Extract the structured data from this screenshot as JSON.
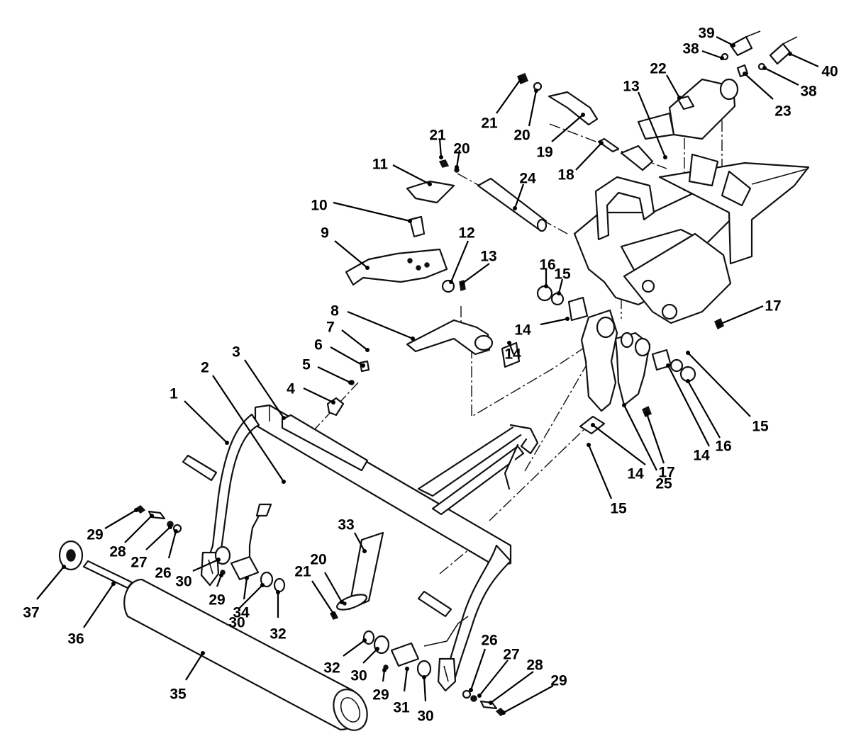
{
  "callouts": [
    {
      "text": "1"
    },
    {
      "text": "2"
    },
    {
      "text": "3"
    },
    {
      "text": "4"
    },
    {
      "text": "5"
    },
    {
      "text": "6"
    },
    {
      "text": "7"
    },
    {
      "text": "8"
    },
    {
      "text": "9"
    },
    {
      "text": "10"
    },
    {
      "text": "11"
    },
    {
      "text": "12"
    },
    {
      "text": "13"
    },
    {
      "text": "13"
    },
    {
      "text": "14"
    },
    {
      "text": "14"
    },
    {
      "text": "14"
    },
    {
      "text": "14"
    },
    {
      "text": "15"
    },
    {
      "text": "15"
    },
    {
      "text": "15"
    },
    {
      "text": "16"
    },
    {
      "text": "16"
    },
    {
      "text": "17"
    },
    {
      "text": "17"
    },
    {
      "text": "18"
    },
    {
      "text": "19"
    },
    {
      "text": "20"
    },
    {
      "text": "20"
    },
    {
      "text": "20"
    },
    {
      "text": "21"
    },
    {
      "text": "21"
    },
    {
      "text": "21"
    },
    {
      "text": "22"
    },
    {
      "text": "23"
    },
    {
      "text": "24"
    },
    {
      "text": "25"
    },
    {
      "text": "26"
    },
    {
      "text": "26"
    },
    {
      "text": "27"
    },
    {
      "text": "27"
    },
    {
      "text": "28"
    },
    {
      "text": "28"
    },
    {
      "text": "29"
    },
    {
      "text": "29"
    },
    {
      "text": "29"
    },
    {
      "text": "29"
    },
    {
      "text": "30"
    },
    {
      "text": "30"
    },
    {
      "text": "30"
    },
    {
      "text": "30"
    },
    {
      "text": "31"
    },
    {
      "text": "32"
    },
    {
      "text": "32"
    },
    {
      "text": "33"
    },
    {
      "text": "34"
    },
    {
      "text": "35"
    },
    {
      "text": "36"
    },
    {
      "text": "37"
    },
    {
      "text": "38"
    },
    {
      "text": "38"
    },
    {
      "text": "39"
    },
    {
      "text": "40"
    }
  ]
}
